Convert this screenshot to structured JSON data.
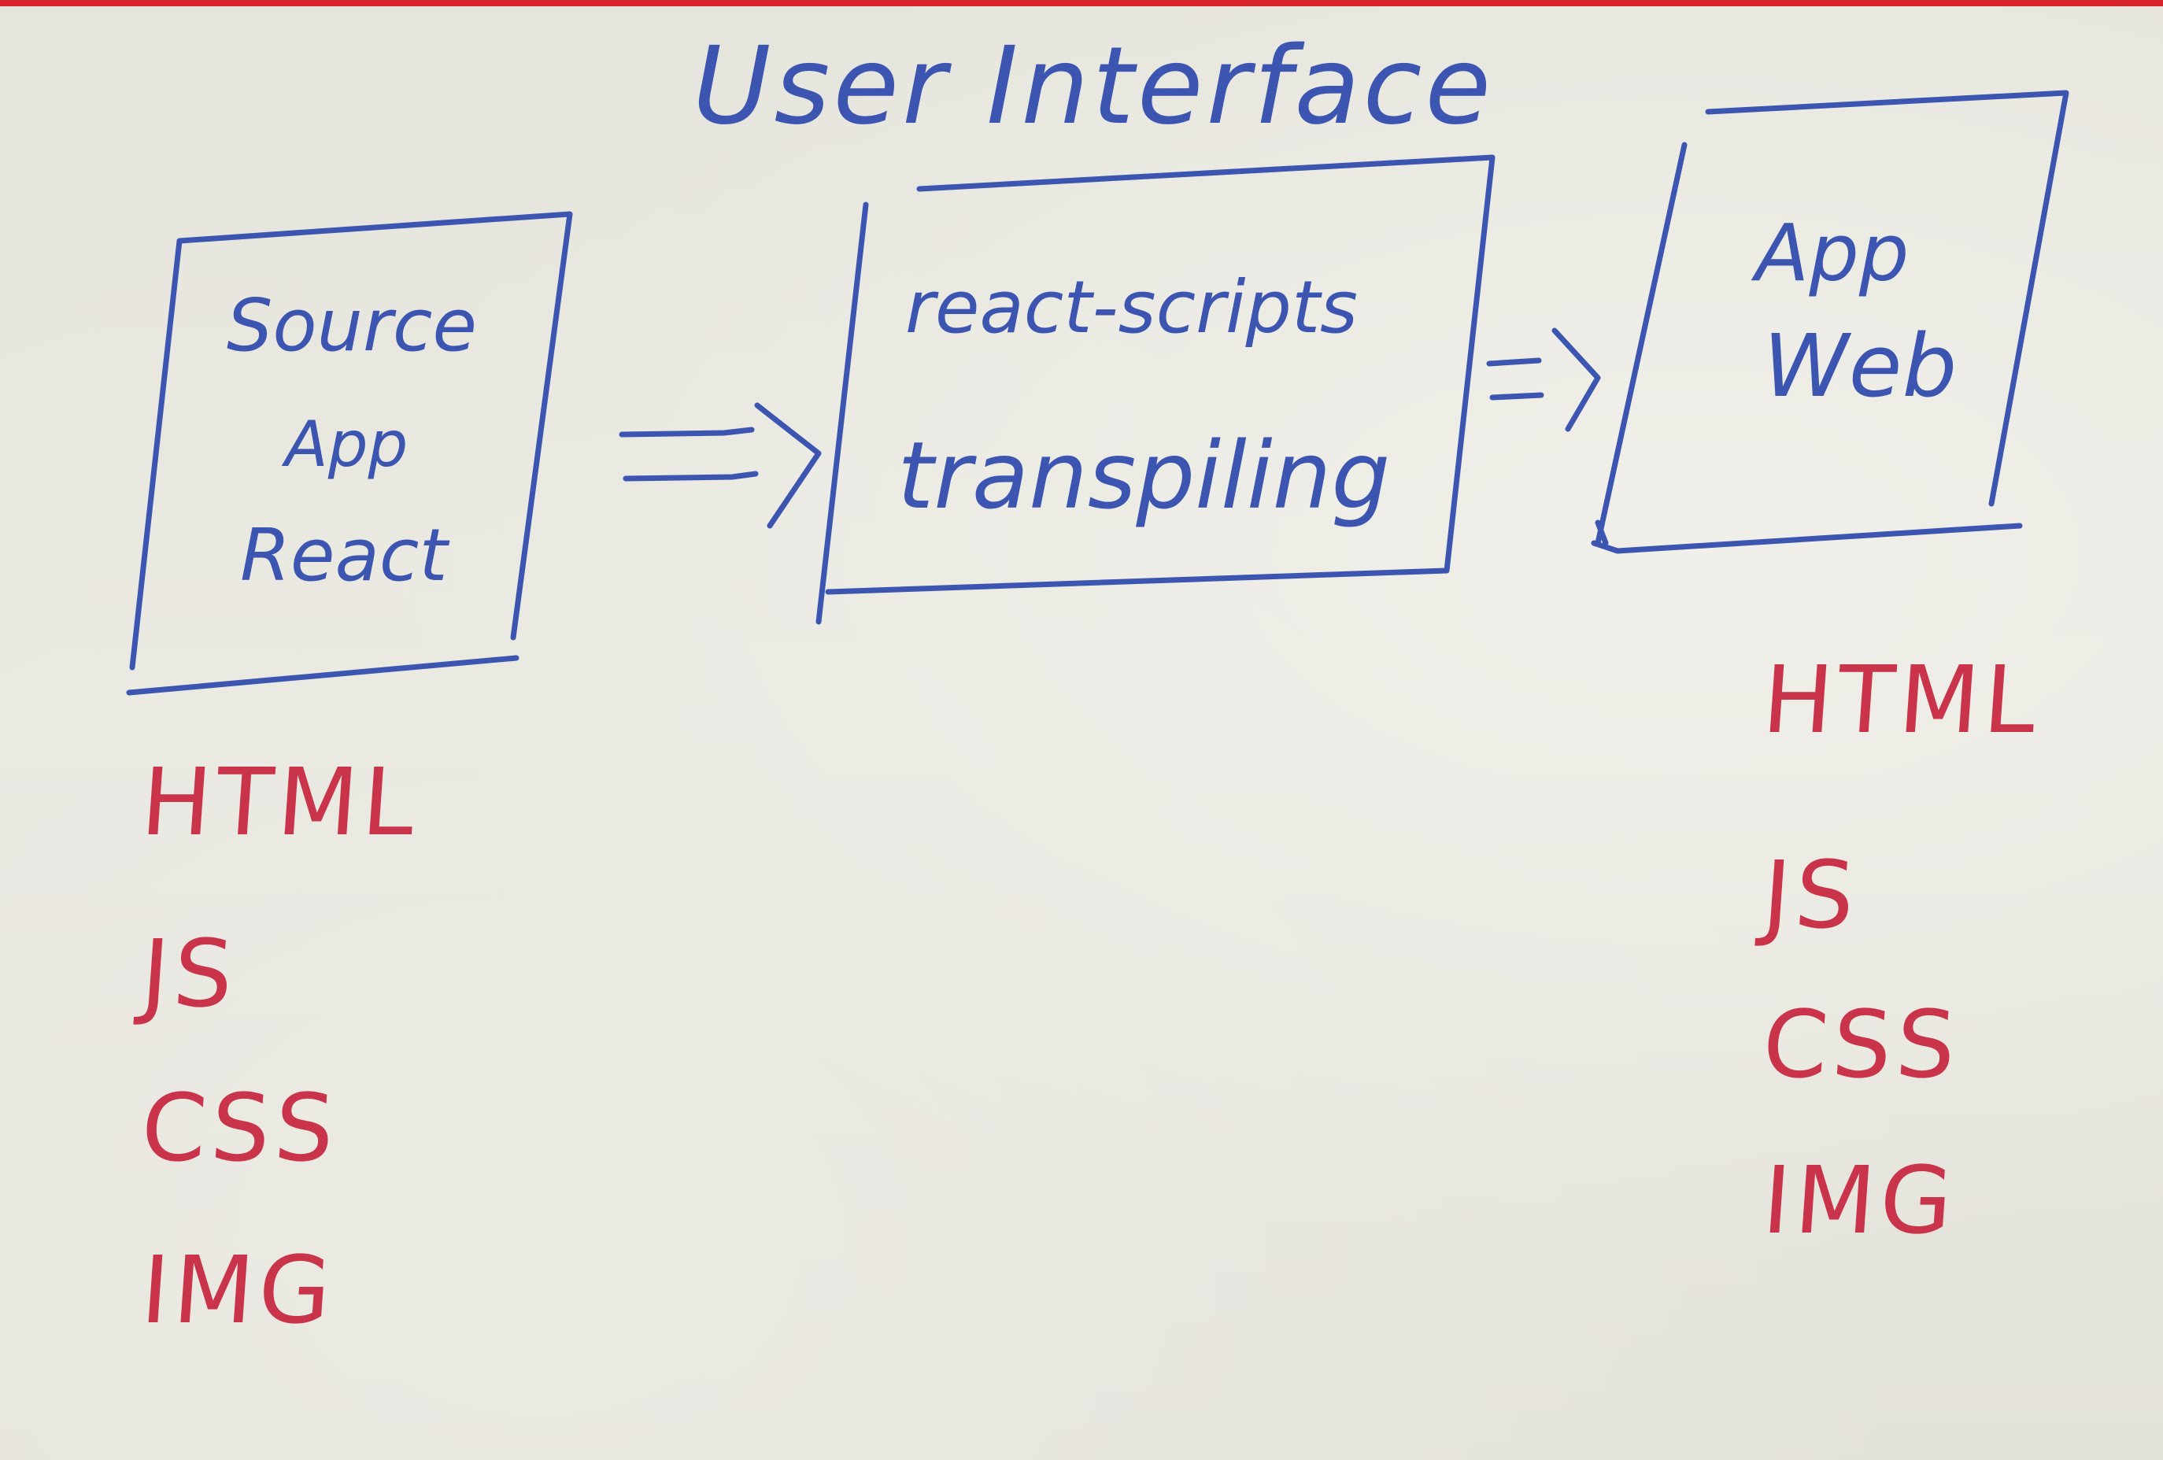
{
  "title": "User Interface",
  "boxes": [
    {
      "lines": [
        "Source",
        "App",
        "React"
      ]
    },
    {
      "lines": [
        "react-scripts",
        "transpiling"
      ]
    },
    {
      "lines": [
        "App",
        "Web"
      ]
    }
  ],
  "arrows": [
    "⟹",
    "⟹"
  ],
  "lists": {
    "left": [
      "HTML",
      "JS",
      "CSS",
      "IMG"
    ],
    "right": [
      "HTML",
      "JS",
      "CSS",
      "IMG"
    ]
  },
  "colors": {
    "ink_blue": "#3c55b0",
    "ink_red": "#c9344a",
    "paper": "#e7e6de",
    "edge_red": "#d8232a"
  }
}
